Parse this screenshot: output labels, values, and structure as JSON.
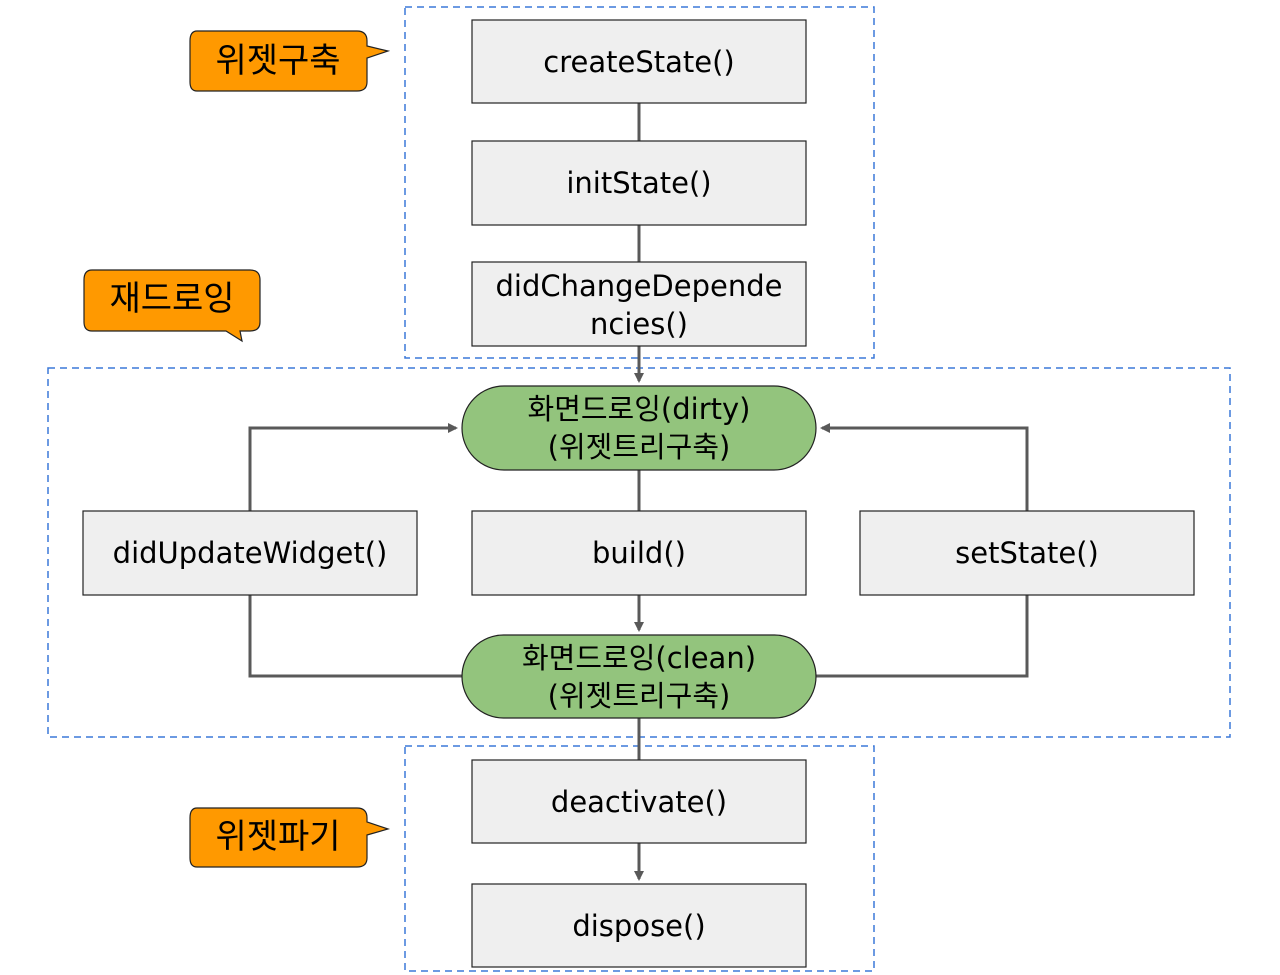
{
  "callouts": {
    "construct": "위젯구축",
    "redraw": "재드로잉",
    "destroy": "위젯파기"
  },
  "nodes": {
    "create_state": "createState()",
    "init_state": "initState()",
    "did_change_dependencies": [
      "didChangeDepende",
      "ncies()"
    ],
    "draw_dirty": [
      "화면드로잉(dirty)",
      "(위젯트리구축)"
    ],
    "did_update_widget": "didUpdateWidget()",
    "build": "build()",
    "set_state": "setState()",
    "draw_clean": [
      "화면드로잉(clean)",
      "(위젯트리구축)"
    ],
    "deactivate": "deactivate()",
    "dispose": "dispose()"
  },
  "colors": {
    "box_fill": "#efefef",
    "box_stroke": "#222222",
    "pill_fill": "#93c47d",
    "callout_fill": "#ff9900",
    "group_border": "#3c78d8",
    "connector": "#595959"
  }
}
